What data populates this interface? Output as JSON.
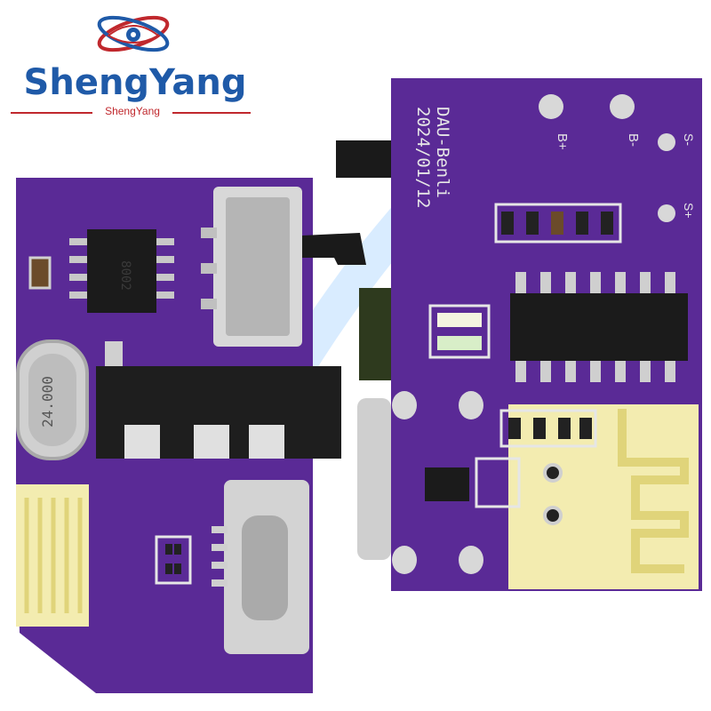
{
  "brand": {
    "name": "ShengYang",
    "subtitle": "ShengYang"
  },
  "board_left": {
    "crystal_marking": "24.000",
    "chip_marking": "8002"
  },
  "board_right": {
    "silkscreen_text": "DAU-Benli",
    "date_text": "2024/01/12",
    "pad_labels": [
      "B+",
      "B-",
      "S-",
      "S+"
    ]
  },
  "colors": {
    "pcb": "#5a2a96",
    "antenna": "#f3ecb0",
    "brand_blue": "#1f5aa8",
    "brand_red": "#c0282d"
  }
}
